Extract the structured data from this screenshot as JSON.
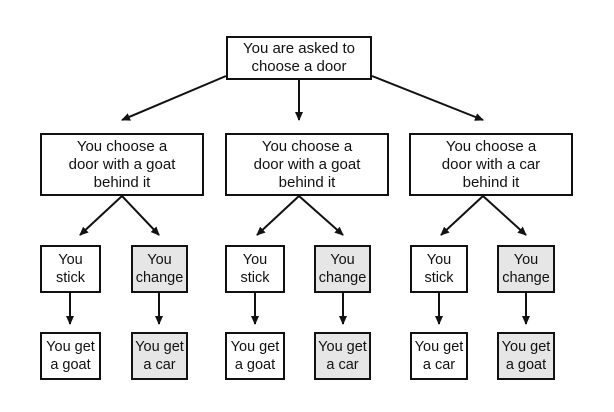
{
  "diagram": {
    "root": {
      "text": "You are asked to\nchoose a door"
    },
    "choices": [
      {
        "text": "You choose a\ndoor with a goat\nbehind it"
      },
      {
        "text": "You choose a\ndoor with a goat\nbehind it"
      },
      {
        "text": "You choose a\ndoor with a car\nbehind it"
      }
    ],
    "actions": [
      {
        "text": "You\nstick",
        "shaded": false
      },
      {
        "text": "You\nchange",
        "shaded": true
      },
      {
        "text": "You\nstick",
        "shaded": false
      },
      {
        "text": "You\nchange",
        "shaded": true
      },
      {
        "text": "You\nstick",
        "shaded": false
      },
      {
        "text": "You\nchange",
        "shaded": true
      }
    ],
    "outcomes": [
      {
        "text": "You get\na goat",
        "shaded": false
      },
      {
        "text": "You get\na car",
        "shaded": true
      },
      {
        "text": "You get\na goat",
        "shaded": false
      },
      {
        "text": "You get\na car",
        "shaded": true
      },
      {
        "text": "You get\na car",
        "shaded": false
      },
      {
        "text": "You get\na goat",
        "shaded": true
      }
    ],
    "colors": {
      "line": "#111111",
      "shaded_fill": "#e6e6e6",
      "plain_fill": "#ffffff"
    }
  }
}
